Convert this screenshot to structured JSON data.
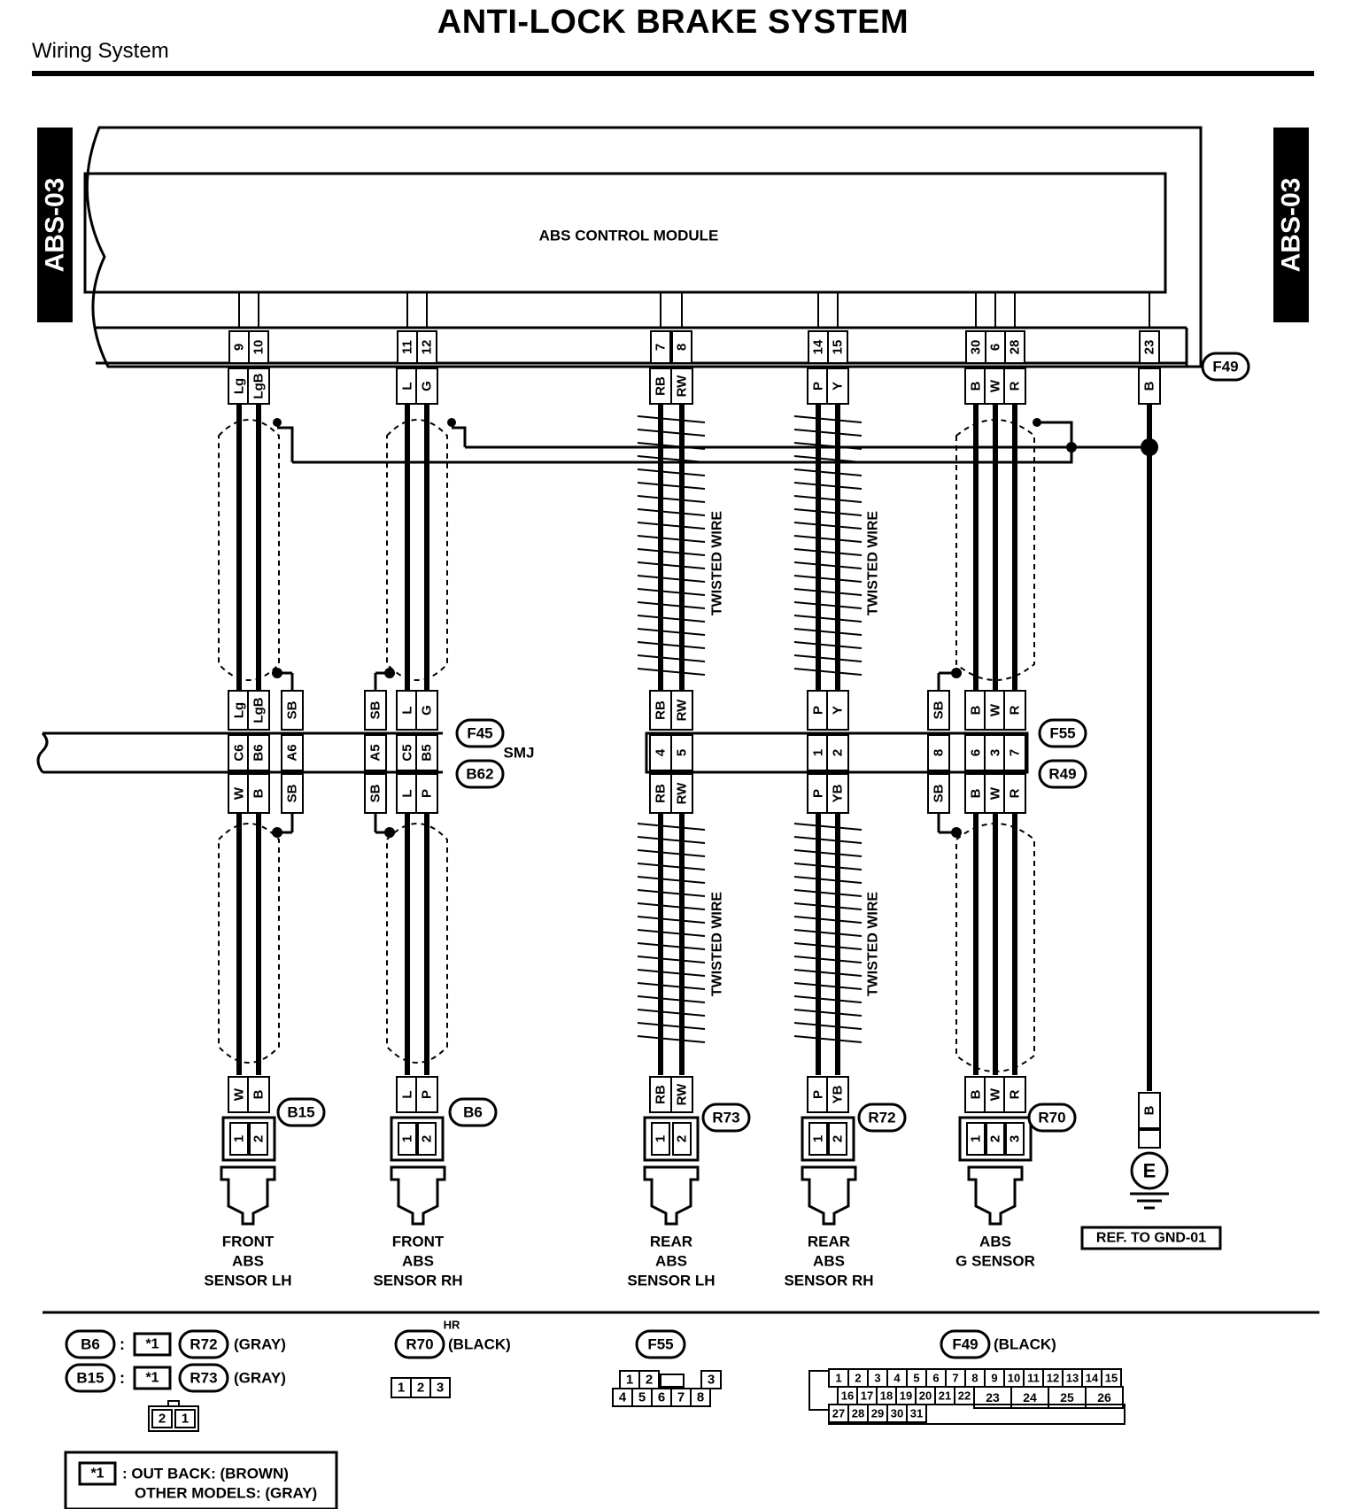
{
  "header": {
    "title": "ANTI-LOCK BRAKE SYSTEM",
    "subtitle": "Wiring System"
  },
  "tabs": {
    "left": "ABS-03",
    "right": "ABS-03"
  },
  "module": {
    "name": "ABS CONTROL MODULE",
    "connector": "F49"
  },
  "smj": {
    "label": "SMJ",
    "connectors": [
      "F45",
      "B62",
      "F55",
      "R49"
    ]
  },
  "twisted_label": "TWISTED WIRE",
  "groups": [
    {
      "pins": [
        "9",
        "10"
      ],
      "colors": [
        "Lg",
        "LgB"
      ]
    },
    {
      "pins": [
        "11",
        "12"
      ],
      "colors": [
        "L",
        "G"
      ]
    },
    {
      "pins": [
        "7",
        "8"
      ],
      "colors": [
        "RB",
        "RW"
      ]
    },
    {
      "pins": [
        "14",
        "15"
      ],
      "colors": [
        "P",
        "Y"
      ]
    },
    {
      "pins": [
        "30",
        "6",
        "28"
      ],
      "colors": [
        "B",
        "W",
        "R"
      ]
    },
    {
      "pins": [
        "23"
      ],
      "colors": [
        "B"
      ]
    }
  ],
  "joint": {
    "upper_colors": [
      "Lg",
      "LgB",
      "SB",
      "SB",
      "L",
      "G",
      "RB",
      "RW",
      "P",
      "Y",
      "SB",
      "B",
      "W",
      "R"
    ],
    "row1": [
      "C6",
      "B6",
      "A6",
      "A5",
      "C5",
      "B5"
    ],
    "row2": [
      "4",
      "5",
      "1",
      "2",
      "8",
      "6",
      "3",
      "7"
    ],
    "lower_colors": [
      "W",
      "B",
      "SB",
      "SB",
      "L",
      "P",
      "RB",
      "RW",
      "P",
      "YB",
      "SB",
      "B",
      "W",
      "R"
    ]
  },
  "sensors": [
    {
      "connector": "B15",
      "wires": [
        "W",
        "B"
      ],
      "pins": [
        "1",
        "2"
      ],
      "name": [
        "FRONT",
        "ABS",
        "SENSOR LH"
      ]
    },
    {
      "connector": "B6",
      "wires": [
        "L",
        "P"
      ],
      "pins": [
        "1",
        "2"
      ],
      "name": [
        "FRONT",
        "ABS",
        "SENSOR RH"
      ]
    },
    {
      "connector": "R73",
      "wires": [
        "RB",
        "RW"
      ],
      "pins": [
        "1",
        "2"
      ],
      "name": [
        "REAR",
        "ABS",
        "SENSOR LH"
      ]
    },
    {
      "connector": "R72",
      "wires": [
        "P",
        "YB"
      ],
      "pins": [
        "1",
        "2"
      ],
      "name": [
        "REAR",
        "ABS",
        "SENSOR RH"
      ]
    },
    {
      "connector": "R70",
      "wires": [
        "B",
        "W",
        "R"
      ],
      "pins": [
        "1",
        "2",
        "3"
      ],
      "name": [
        "ABS",
        "G SENSOR"
      ]
    }
  ],
  "ground": {
    "wire": "B",
    "symbol": "E",
    "ref": "REF. TO GND-01"
  },
  "legend": {
    "b6": {
      "id": "B6",
      "sep": ":",
      "mark": "*1",
      "alt": "R72",
      "color": "(GRAY)"
    },
    "b15": {
      "id": "B15",
      "sep": ":",
      "mark": "*1",
      "alt": "R73",
      "color": "(GRAY)"
    },
    "two_pin": [
      "2",
      "1"
    ],
    "r70": {
      "id": "R70",
      "sup": "HR",
      "color": "(BLACK)",
      "pins": [
        "1",
        "2",
        "3"
      ]
    },
    "f55": {
      "id": "F55",
      "row1": [
        "1",
        "2",
        "3"
      ],
      "row2": [
        "4",
        "5",
        "6",
        "7",
        "8"
      ]
    },
    "f49": {
      "id": "F49",
      "color": "(BLACK)",
      "row1": [
        "1",
        "2",
        "3",
        "4",
        "5",
        "6",
        "7",
        "8",
        "9",
        "10",
        "11",
        "12",
        "13",
        "14",
        "15"
      ],
      "row2": [
        "16",
        "17",
        "18",
        "19",
        "20",
        "21",
        "22"
      ],
      "row2b": [
        "23",
        "24",
        "25",
        "26"
      ],
      "row3": [
        "27",
        "28",
        "29",
        "30",
        "31"
      ]
    },
    "note": {
      "mark": "*1",
      "line1": ": OUT BACK: (BROWN)",
      "line2": "OTHER MODELS: (GRAY)"
    }
  }
}
